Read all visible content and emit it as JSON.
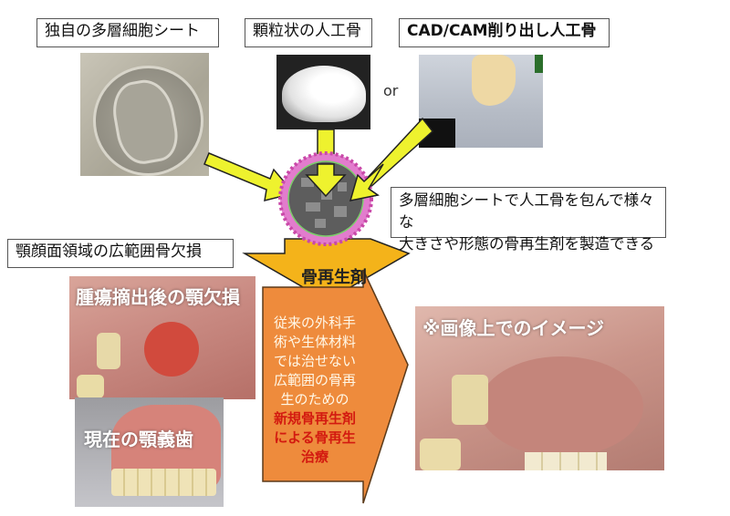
{
  "top_labels": {
    "cell_sheet": "独自の多層細胞シート",
    "granular_bone": "顆粒状の人工骨",
    "cadcam_bone": "CAD/CAM削り出し人工骨"
  },
  "or_text": "or",
  "description_box": {
    "line1": "多層細胞シートで人工骨を包んで様々な",
    "line2": "大きさや形態の骨再生剤を製造できる"
  },
  "defect_label": "顎顔面領域の広範囲骨欠損",
  "bone_regen_label": "骨再生剤",
  "photos": {
    "tumor_defect_caption": "腫瘍摘出後の顎欠損",
    "prosthesis_caption": "現在の顎義歯",
    "result_caption": "※画像上でのイメージ"
  },
  "orange_arrow": {
    "lines_normal": [
      "従来の外科手",
      "術や生体材料",
      "では治せない",
      "広範囲の骨再",
      "生のための"
    ],
    "lines_highlight": [
      "新規骨再生剤",
      "による骨再生",
      "治療"
    ]
  },
  "colors": {
    "yellow_arrow": "#eef22e",
    "gold_arrow": "#f4b31a",
    "orange_arrow": "#ee8b3c",
    "highlight_red": "#d31a10",
    "green_arrow": "#b9ecd0",
    "pink_ring": "#d84fb4"
  }
}
